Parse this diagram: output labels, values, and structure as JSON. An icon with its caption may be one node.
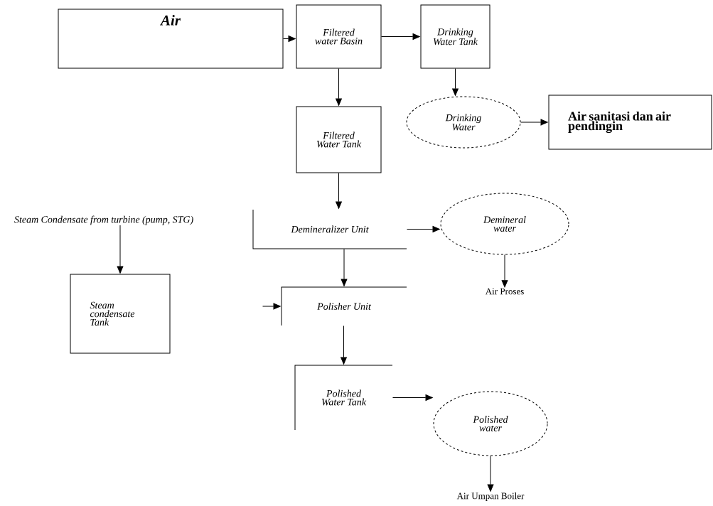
{
  "diagram": {
    "nodes": [
      {
        "text": [
          "Air"
        ]
      },
      {
        "text": [
          "Filtered water Basin"
        ]
      },
      {
        "text": [
          "Drinking Water Tank"
        ]
      },
      {
        "text": [
          "Drinking Water"
        ]
      },
      {
        "text": [
          "Air sanitasi dan air pendingin"
        ]
      },
      {
        "text": [
          "Filtered Water Tank"
        ]
      },
      {
        "text": [
          "Steam Condensate from turbine (pump, STG)"
        ]
      },
      {
        "text": [
          "Demineralizer Unit"
        ]
      },
      {
        "text": [
          "Demineral water"
        ]
      },
      {
        "text": [
          "Steam condensate Tank"
        ]
      },
      {
        "text": [
          "Air Proses"
        ]
      },
      {
        "text": [
          "Polisher Unit"
        ]
      },
      {
        "text": [
          "Polished Water Tank"
        ]
      },
      {
        "text": [
          "Polished water"
        ]
      },
      {
        "text": [
          "Air Umpan Boiler"
        ]
      }
    ],
    "edges": [
      {
        "from": 0,
        "to": 1,
        "arrow": "to"
      },
      {
        "from": 1,
        "to": 2,
        "arrow": "to"
      },
      {
        "from": 2,
        "to": 3,
        "arrow": "to"
      },
      {
        "from": 3,
        "to": 4,
        "arrow": "to"
      },
      {
        "from": 1,
        "to": 5,
        "arrow": "to"
      },
      {
        "from": 5,
        "to": 7,
        "arrow": "to"
      },
      {
        "from": 7,
        "to": 8,
        "arrow": "to"
      },
      {
        "from": 8,
        "to": 10,
        "arrow": "to"
      },
      {
        "from": 6,
        "to": 9,
        "arrow": "to"
      },
      {
        "from": 7,
        "to": 11,
        "arrow": "to"
      },
      {
        "from": null,
        "to": 11,
        "arrow": "to"
      },
      {
        "from": 11,
        "to": 12,
        "arrow": "to"
      },
      {
        "from": 12,
        "to": 13,
        "arrow": "to"
      },
      {
        "from": 13,
        "to": 14,
        "arrow": "to"
      }
    ]
  }
}
